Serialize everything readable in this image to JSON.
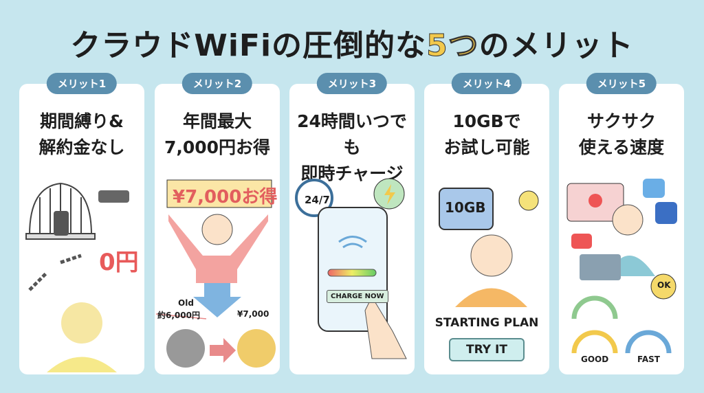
{
  "title": {
    "before": "クラウドWiFiの圧倒的な",
    "highlight": "5つ",
    "after": "のメリット"
  },
  "cards": [
    {
      "badge": "メリット1",
      "line1": "期間縛り&",
      "line2": "解約金なし",
      "labels": {
        "zero": "0円"
      }
    },
    {
      "badge": "メリット2",
      "line1": "年間最大",
      "line2": "7,000円お得",
      "labels": {
        "sign": "¥7,000お得",
        "old": "Old",
        "old_price": "約6,000円",
        "new_price": "¥7,000"
      }
    },
    {
      "badge": "メリット3",
      "line1": "24時間いつでも",
      "line2": "即時チャージ",
      "labels": {
        "clock": "24/7",
        "charge": "CHARGE NOW"
      }
    },
    {
      "badge": "メリット4",
      "line1": "10GBで",
      "line2": "お試し可能",
      "labels": {
        "chip": "10GB",
        "plan": "STARTING PLAN",
        "try": "TRY IT"
      }
    },
    {
      "badge": "メリット5",
      "line1": "サクサク",
      "line2": "使える速度",
      "labels": {
        "ok": "OK",
        "good": "GOOD",
        "fast": "FAST"
      }
    }
  ],
  "colors": {
    "background": "#c6e6ee",
    "badge": "#5b8fae",
    "highlight": "#f2c94c"
  }
}
